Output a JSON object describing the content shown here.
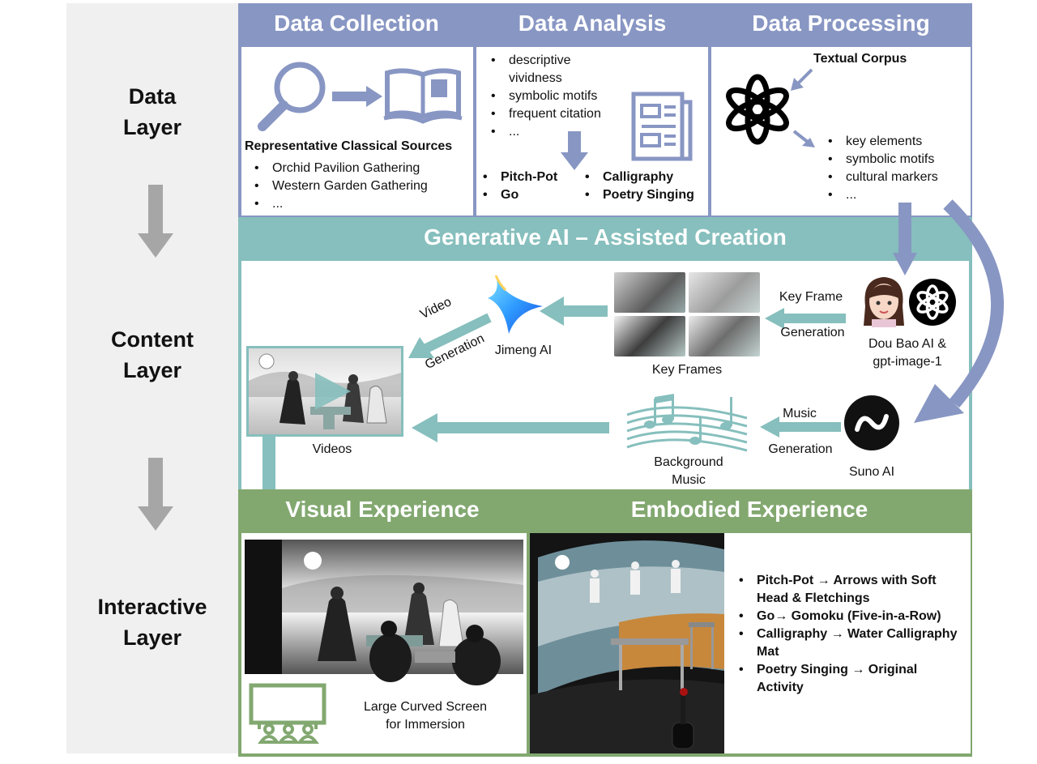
{
  "layers": {
    "data": "Data\nLayer",
    "content": "Content\nLayer",
    "interactive": "Interactive\nLayer"
  },
  "data_layer": {
    "collection": {
      "title": "Data Collection",
      "subtitle": "Representative Classical Sources",
      "items": [
        "Orchid Pavilion Gathering",
        "Western Garden Gathering",
        "..."
      ]
    },
    "analysis": {
      "title": "Data Analysis",
      "criteria": [
        "descriptive vividness",
        "symbolic motifs",
        "frequent citation",
        "..."
      ],
      "results_left": [
        "Pitch-Pot",
        "Go"
      ],
      "results_right": [
        "Calligraphy",
        "Poetry Singing"
      ]
    },
    "processing": {
      "title": "Data Processing",
      "corpus_label": "Textual Corpus",
      "items": [
        "key elements",
        "symbolic motifs",
        "cultural markers",
        "..."
      ]
    }
  },
  "content_layer": {
    "title": "Generative AI – Assisted Creation",
    "video_generation": {
      "line1": "Video",
      "line2": "Generation"
    },
    "jimeng": "Jimeng AI",
    "key_frames": "Key Frames",
    "key_frame_generation": {
      "line1": "Key Frame",
      "line2": "Generation"
    },
    "doubao": {
      "line1": "Dou Bao AI &",
      "line2": "gpt-image-1"
    },
    "videos": "Videos",
    "background_music": {
      "line1": "Background",
      "line2": "Music"
    },
    "music_generation": {
      "line1": "Music",
      "line2": "Generation"
    },
    "suno": "Suno AI"
  },
  "interactive_layer": {
    "visual_title": "Visual Experience",
    "embodied_title": "Embodied Experience",
    "screen_caption": {
      "line1": "Large Curved Screen",
      "line2": "for Immersion"
    },
    "activities": [
      "Pitch-Pot → Arrows with Soft Head & Fletchings",
      "Go→ Gomoku (Five-in-a-Row)",
      "Calligraphy → Water Calligraphy Mat",
      "Poetry Singing → Original Activity"
    ]
  },
  "colors": {
    "blue": "#8896c3",
    "teal": "#86bfbd",
    "green": "#82a870",
    "gray_arrow": "#a6a6a6"
  }
}
